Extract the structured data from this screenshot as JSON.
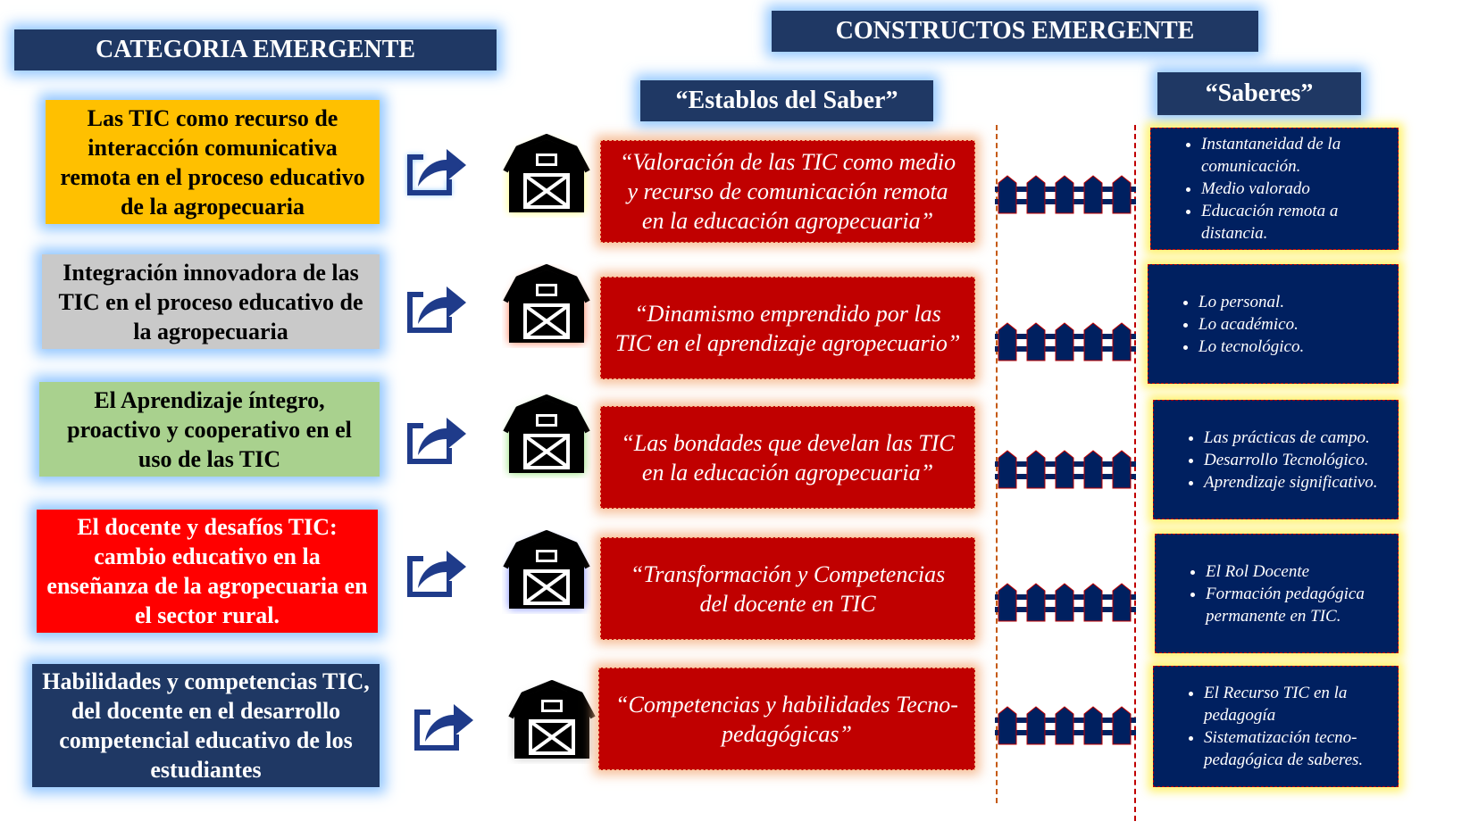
{
  "headers": {
    "categoria": "CATEGORIA EMERGENTE",
    "constructos": "CONSTRUCTOS EMERGENTE",
    "establos": "“Establos del Saber”",
    "saberes": "“Saberes”"
  },
  "rows": [
    {
      "category": "Las TIC como recurso de interacción comunicativa remota en el proceso educativo de la agropecuaria",
      "category_color": "#ffc000",
      "category_text_color": "#000000",
      "barn_glow": "#ffff66",
      "construct": "“Valoración de las TIC como medio y recurso de comunicación remota en la educación agropecuaria”",
      "saberes": [
        "Instantaneidad de la comunicación.",
        "Medio valorado",
        "Educación remota a distancia."
      ]
    },
    {
      "category": "Integración innovadora de las TIC en el proceso educativo de la agropecuaria",
      "category_color": "#c9c9c9",
      "category_text_color": "#000000",
      "barn_glow": "#ff6a3d",
      "construct": "“Dinamismo emprendido por las TIC en el aprendizaje agropecuario”",
      "saberes": [
        "Lo personal.",
        "Lo académico.",
        "Lo tecnológico."
      ]
    },
    {
      "category": "El Aprendizaje íntegro, proactivo y cooperativo en el uso de las TIC",
      "category_color": "#a9d18e",
      "category_text_color": "#000000",
      "barn_glow": "#7ddc5a",
      "construct": "“Las bondades que develan las TIC en la educación agropecuaria”",
      "saberes": [
        "Las prácticas de campo.",
        "Desarrollo Tecnológico.",
        "Aprendizaje significativo."
      ]
    },
    {
      "category": "El docente y desafíos TIC: cambio educativo en la enseñanza de la agropecuaria en el sector rural.",
      "category_color": "#ff0000",
      "category_text_color": "#ffffff",
      "barn_glow": "#6b7bff",
      "construct": "“Transformación y Competencias del docente en TIC",
      "saberes": [
        "El Rol Docente",
        "Formación pedagógica permanente en TIC."
      ]
    },
    {
      "category": "Habilidades y competencias TIC, del docente en el desarrollo competencial educativo de los estudiantes",
      "category_color": "#1f3864",
      "category_text_color": "#ffffff",
      "barn_glow": "#bbbbbb",
      "construct": "“Competencias y habilidades Tecno-pedagógicas”",
      "saberes": [
        "El Recurso TIC en la pedagogía",
        "Sistematización tecno-pedagógica de saberes."
      ]
    }
  ]
}
